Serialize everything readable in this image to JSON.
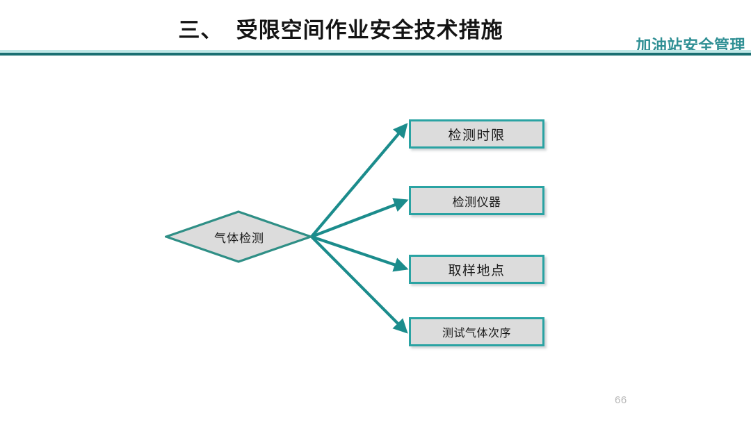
{
  "slide": {
    "title": "三、  受限空间作业安全技术措施",
    "deck_subtitle": "加油站安全管理",
    "page_number": "66",
    "accent_color": "#2aa3a3",
    "rule_light_color": "#bfe7e6",
    "rule_dark_color": "#1b6f72",
    "subtitle_color": "#2f8f94",
    "node_fill_color": "#dcdcdc",
    "page_number_color": "#b8b8b8"
  },
  "diagram": {
    "type": "radial-branch",
    "root": {
      "label": "气体检测",
      "shape": "diamond"
    },
    "branches": [
      {
        "label": "检测时限",
        "shape": "rectangle"
      },
      {
        "label": "检测仪器",
        "shape": "rectangle"
      },
      {
        "label": "取样地点",
        "shape": "rectangle"
      },
      {
        "label": "测试气体次序",
        "shape": "rectangle"
      }
    ]
  }
}
